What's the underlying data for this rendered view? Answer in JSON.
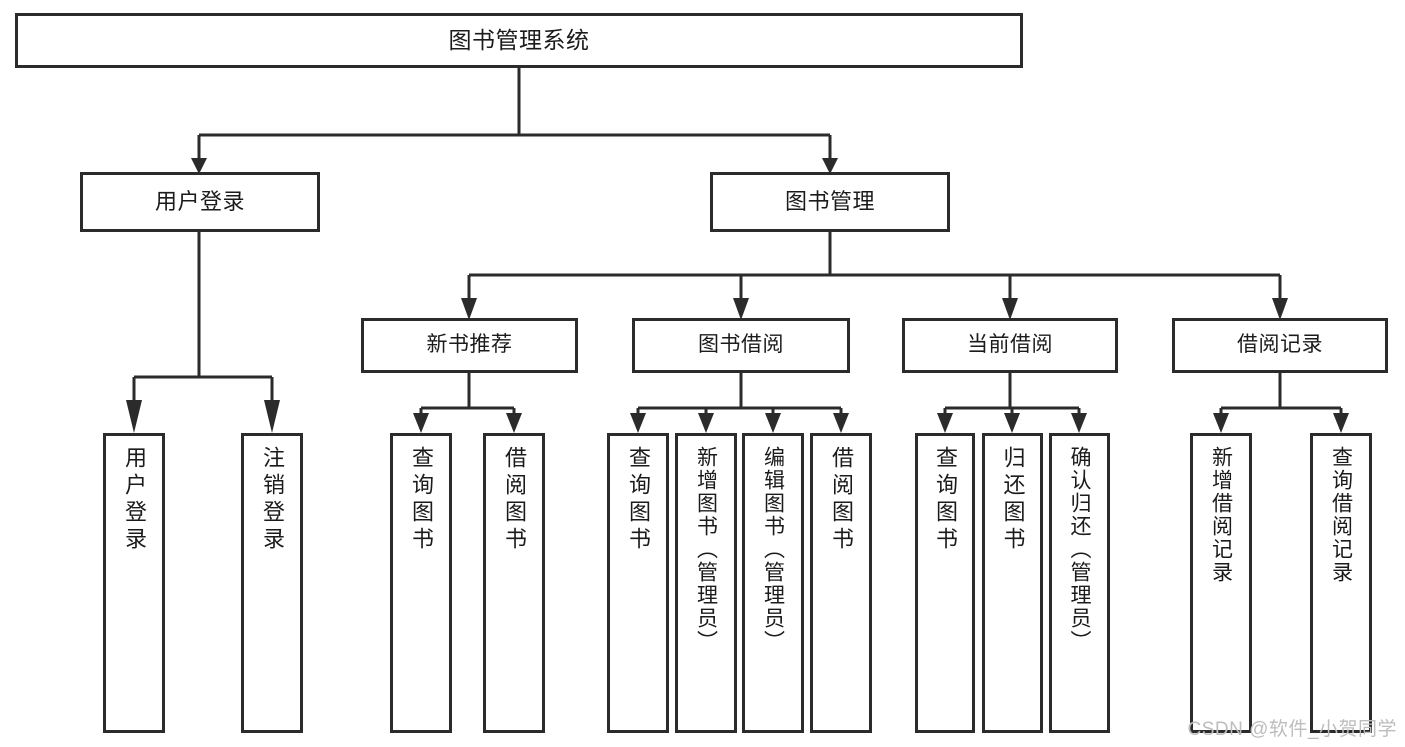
{
  "diagram": {
    "type": "tree",
    "title": "图书管理系统",
    "root": {
      "label": "图书管理系统"
    },
    "level2": [
      {
        "label": "用户登录"
      },
      {
        "label": "图书管理"
      }
    ],
    "level3": [
      {
        "label": "新书推荐"
      },
      {
        "label": "图书借阅"
      },
      {
        "label": "当前借阅"
      },
      {
        "label": "借阅记录"
      }
    ],
    "leaves": {
      "user_login": [
        {
          "label": "用户登录"
        },
        {
          "label": "注销登录"
        }
      ],
      "new_book_recommend": [
        {
          "label": "查询图书"
        },
        {
          "label": "借阅图书"
        }
      ],
      "book_borrow": [
        {
          "label": "查询图书"
        },
        {
          "label": "新增图书（管理员）"
        },
        {
          "label": "编辑图书（管理员）"
        },
        {
          "label": "借阅图书"
        }
      ],
      "current_borrow": [
        {
          "label": "查询图书"
        },
        {
          "label": "归还图书"
        },
        {
          "label": "确认归还（管理员）"
        }
      ],
      "borrow_record": [
        {
          "label": "新增借阅记录"
        },
        {
          "label": "查询借阅记录"
        }
      ]
    }
  },
  "watermark": {
    "text": "CSDN @软件_小贺同学"
  },
  "colors": {
    "stroke": "#2b2b2b",
    "background": "#ffffff",
    "text": "#1b1b1b",
    "watermark": "#bdbdbd"
  }
}
